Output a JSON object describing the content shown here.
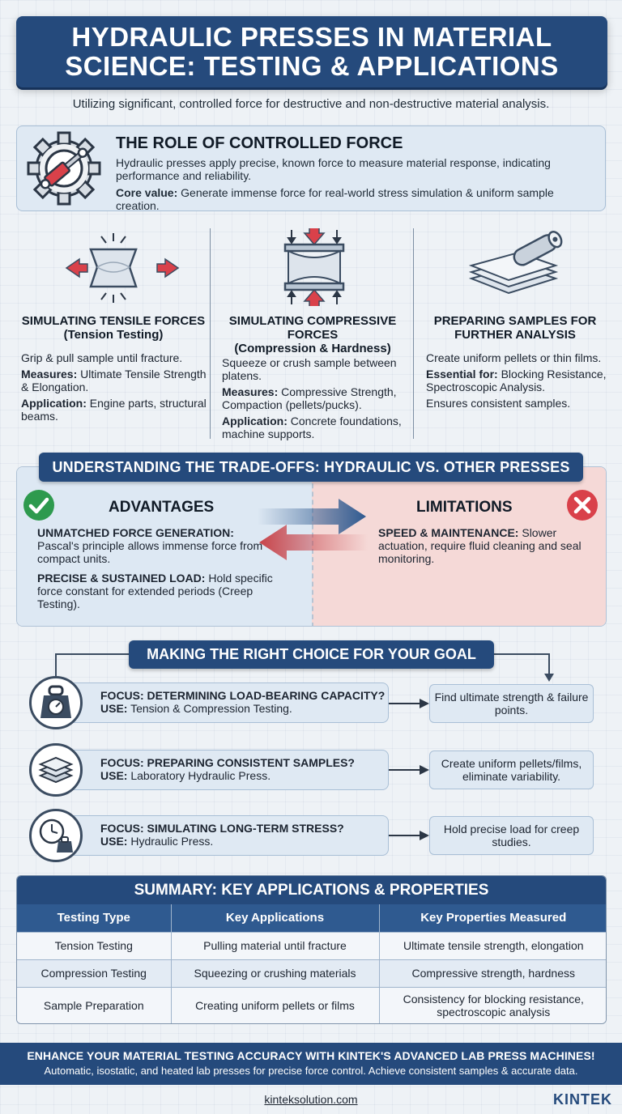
{
  "title": "HYDRAULIC PRESSES IN MATERIAL SCIENCE: TESTING & APPLICATIONS",
  "subtitle": "Utilizing significant, controlled force for destructive and non-destructive material analysis.",
  "role": {
    "heading": "THE ROLE OF CONTROLLED FORCE",
    "text": "Hydraulic presses apply precise, known force to measure material response, indicating performance and reliability.",
    "core_label": "Core value:",
    "core_text": " Generate immense force for real-world stress simulation & uniform sample creation."
  },
  "columns": [
    {
      "heading": "SIMULATING TENSILE FORCES",
      "subheading": "(Tension Testing)",
      "intro": "Grip & pull sample until fracture.",
      "measures_label": "Measures:",
      "measures_text": " Ultimate Tensile Strength & Elongation.",
      "app_label": "Application:",
      "app_text": " Engine parts, structural beams."
    },
    {
      "heading": "SIMULATING COMPRESSIVE FORCES",
      "subheading": "(Compression & Hardness)",
      "intro": "Squeeze or crush sample between platens.",
      "measures_label": "Measures:",
      "measures_text": " Compressive Strength, Compaction (pellets/pucks).",
      "app_label": "Application:",
      "app_text": " Concrete foundations, machine supports."
    },
    {
      "heading": "PREPARING SAMPLES FOR FURTHER ANALYSIS",
      "intro": "Create uniform pellets or thin films.",
      "essential_label": "Essential for:",
      "essential_text": " Blocking Resistance, Spectroscopic Analysis.",
      "outro": "Ensures consistent samples."
    }
  ],
  "tradeoffs": {
    "header": "UNDERSTANDING THE TRADE-OFFS: HYDRAULIC VS. OTHER PRESSES",
    "advantages_title": "ADVANTAGES",
    "limitations_title": "LIMITATIONS",
    "adv1_label": "UNMATCHED FORCE GENERATION:",
    "adv1_text": "Pascal's principle allows immense force from compact units.",
    "adv2_label": "PRECISE & SUSTAINED LOAD:",
    "adv2_text": " Hold specific force constant for extended periods (Creep Testing).",
    "lim1_label": "SPEED & MAINTENANCE:",
    "lim1_text": " Slower actuation, require fluid cleaning and seal monitoring.",
    "colors": {
      "advantage": "#2e9a4e",
      "limitation": "#d9414a",
      "arrow_blue": "#2f5a90",
      "arrow_red": "#c8444a"
    }
  },
  "choice": {
    "header": "MAKING THE RIGHT CHOICE FOR YOUR GOAL",
    "rows": [
      {
        "icon": "weight-gauge-icon",
        "focus_label": "FOCUS: DETERMINING LOAD-BEARING CAPACITY?",
        "use_label": "USE:",
        "use_text": " Tension & Compression Testing.",
        "result": "Find ultimate strength & failure points."
      },
      {
        "icon": "stacked-layers-icon",
        "focus_label": "FOCUS: PREPARING CONSISTENT SAMPLES?",
        "use_label": "USE:",
        "use_text": " Laboratory Hydraulic Press.",
        "result": "Create uniform pellets/films, eliminate variability."
      },
      {
        "icon": "clock-weight-icon",
        "focus_label": "FOCUS: SIMULATING LONG-TERM STRESS?",
        "use_label": "USE:",
        "use_text": " Hydraulic Press.",
        "result": "Hold precise load for creep studies."
      }
    ]
  },
  "summary": {
    "title": "SUMMARY: KEY APPLICATIONS & PROPERTIES",
    "headers": [
      "Testing Type",
      "Key Applications",
      "Key Properties Measured"
    ],
    "rows": [
      [
        "Tension Testing",
        "Pulling material until fracture",
        "Ultimate tensile strength, elongation"
      ],
      [
        "Compression Testing",
        "Squeezing or crushing materials",
        "Compressive strength, hardness"
      ],
      [
        "Sample Preparation",
        "Creating uniform pellets or films",
        "Consistency for blocking resistance, spectroscopic analysis"
      ]
    ]
  },
  "footer": {
    "headline": "ENHANCE YOUR MATERIAL TESTING ACCURACY WITH KINTEK'S ADVANCED LAB PRESS MACHINES!",
    "tagline": "Automatic, isostatic, and heated lab presses for precise force control. Achieve consistent samples & accurate data.",
    "url": "kinteksolution.com",
    "brand": "KINTEK"
  },
  "colors": {
    "navy": "#254a7c",
    "panel": "#dfe9f3",
    "accent_red": "#d9414a"
  }
}
